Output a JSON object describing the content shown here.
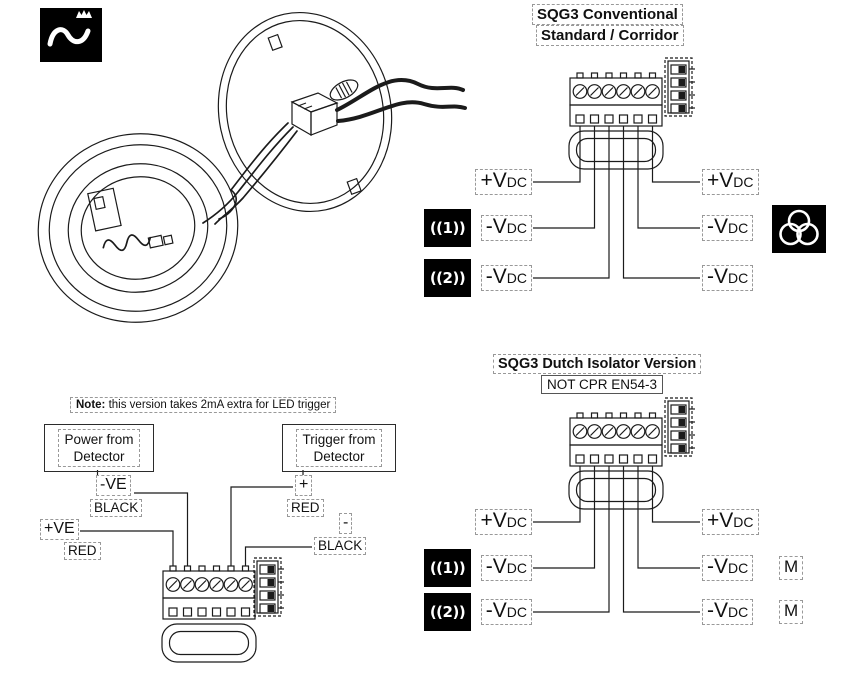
{
  "colors": {
    "line": "#1b1b1b",
    "icon_bg": "#000000",
    "icon_fg": "#ffffff"
  },
  "icons": {
    "wave": {
      "name": "wave-symbol-icon"
    },
    "sounder1": {
      "label": "((1))"
    },
    "sounder2": {
      "label": "((2))"
    },
    "circles": {
      "name": "triple-circle-icon"
    }
  },
  "conventional": {
    "title1": "SQG3 Conventional",
    "title2": "Standard / Corridor",
    "left_labels": [
      {
        "v": "+V",
        "dc": "DC"
      },
      {
        "v": "-V",
        "dc": "DC"
      },
      {
        "v": "-V",
        "dc": "DC"
      }
    ],
    "right_labels": [
      {
        "v": "+V",
        "dc": "DC"
      },
      {
        "v": "-V",
        "dc": "DC"
      },
      {
        "v": "-V",
        "dc": "DC"
      }
    ]
  },
  "dutch": {
    "title1": "SQG3 Dutch Isolator Version",
    "title2": "NOT CPR EN54-3",
    "left_labels": [
      {
        "v": "+V",
        "dc": "DC"
      },
      {
        "v": "-V",
        "dc": "DC"
      },
      {
        "v": "-V",
        "dc": "DC"
      }
    ],
    "right_labels": [
      {
        "v": "+V",
        "dc": "DC"
      },
      {
        "v": "-V",
        "dc": "DC"
      },
      {
        "v": "-V",
        "dc": "DC"
      }
    ],
    "m_labels": [
      "M",
      "M"
    ]
  },
  "led": {
    "note_bold": "Note:",
    "note_text": " this version takes 2mA extra for LED trigger",
    "power_line1": "Power from",
    "power_line2": "Detector",
    "trigger_line1": "Trigger from",
    "trigger_line2": "Detector",
    "neg_ve": "-VE",
    "black1": "BLACK",
    "pos_ve": "+VE",
    "red1": "RED",
    "plus": "+",
    "red2": "RED",
    "minus": "-",
    "black2": "BLACK"
  }
}
